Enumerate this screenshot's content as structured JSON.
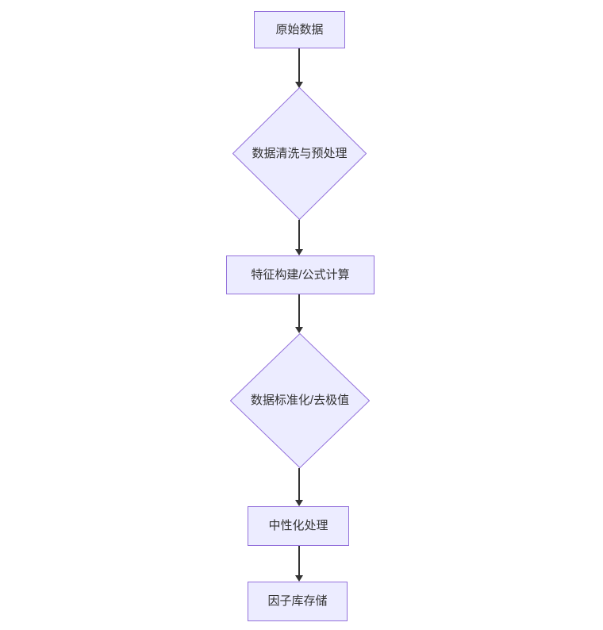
{
  "diagram": {
    "type": "flowchart",
    "direction": "top-down",
    "background": "#ffffff",
    "nodes": [
      {
        "id": "A",
        "shape": "rect",
        "label": "原始数据"
      },
      {
        "id": "B",
        "shape": "diamond",
        "label": "数据清洗与预处理"
      },
      {
        "id": "C",
        "shape": "rect",
        "label": "特征构建/公式计算"
      },
      {
        "id": "D",
        "shape": "diamond",
        "label": "数据标准化/去极值"
      },
      {
        "id": "E",
        "shape": "rect",
        "label": "中性化处理"
      },
      {
        "id": "F",
        "shape": "rect",
        "label": "因子库存储"
      }
    ],
    "edges": [
      {
        "from": "A",
        "to": "B"
      },
      {
        "from": "B",
        "to": "C"
      },
      {
        "from": "C",
        "to": "D"
      },
      {
        "from": "D",
        "to": "E"
      },
      {
        "from": "E",
        "to": "F"
      }
    ],
    "colors": {
      "node_fill": "#ECECFF",
      "node_border": "#9370DB",
      "arrow": "#333333",
      "text": "#333333"
    }
  }
}
